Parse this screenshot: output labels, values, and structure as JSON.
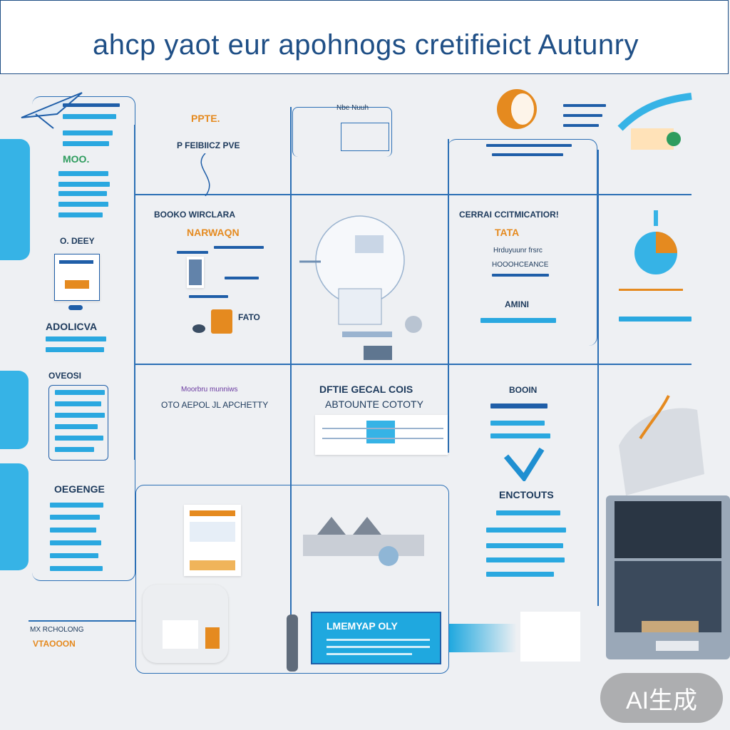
{
  "header": {
    "title": "ahcp yaot eur apohnogs cretifieict Autunry"
  },
  "left_column": {
    "top_label": "MOO.",
    "section1": "O. DEEY",
    "section2": "ADOLICVA",
    "section3": "OVEOSI",
    "section4": "OEGENGE",
    "bottom_label1": "MX RCHOLONG",
    "bottom_label2": "VTAOOON"
  },
  "panels": {
    "top_center_label1": "PPTE.",
    "top_center_label2": "P FElBIICZ PVE",
    "flow_top_label": "Nbe Nuuh",
    "books_title": "BOOKO WIRCLARA",
    "books_orange": "NARWAQN",
    "books_note": "FATO",
    "mid_left_label1": "Moorbru munniws",
    "mid_left_label2": "OTO AEPOL JL APCHETTY",
    "mid_center_title": "DFTIE GECAL COIS",
    "mid_center_sub": "ABTOUNTE COTOTY",
    "cert_title": "CERRAI CCITMICATIOR!",
    "cert_orange": "TATA",
    "cert_sub1": "Hrduyuunr frsrc",
    "cert_sub2": "HOOOHCEANCE",
    "cert_btn": "AMINI",
    "booin_title": "BOOIN",
    "enctouts_title": "ENCTOUTS",
    "banner_text": "LMEMYAP OLY"
  },
  "watermark": {
    "text": "AI生成"
  },
  "colors": {
    "accent": "#2aa8e0",
    "line": "#2b6fb5",
    "orange": "#e58a1f"
  }
}
